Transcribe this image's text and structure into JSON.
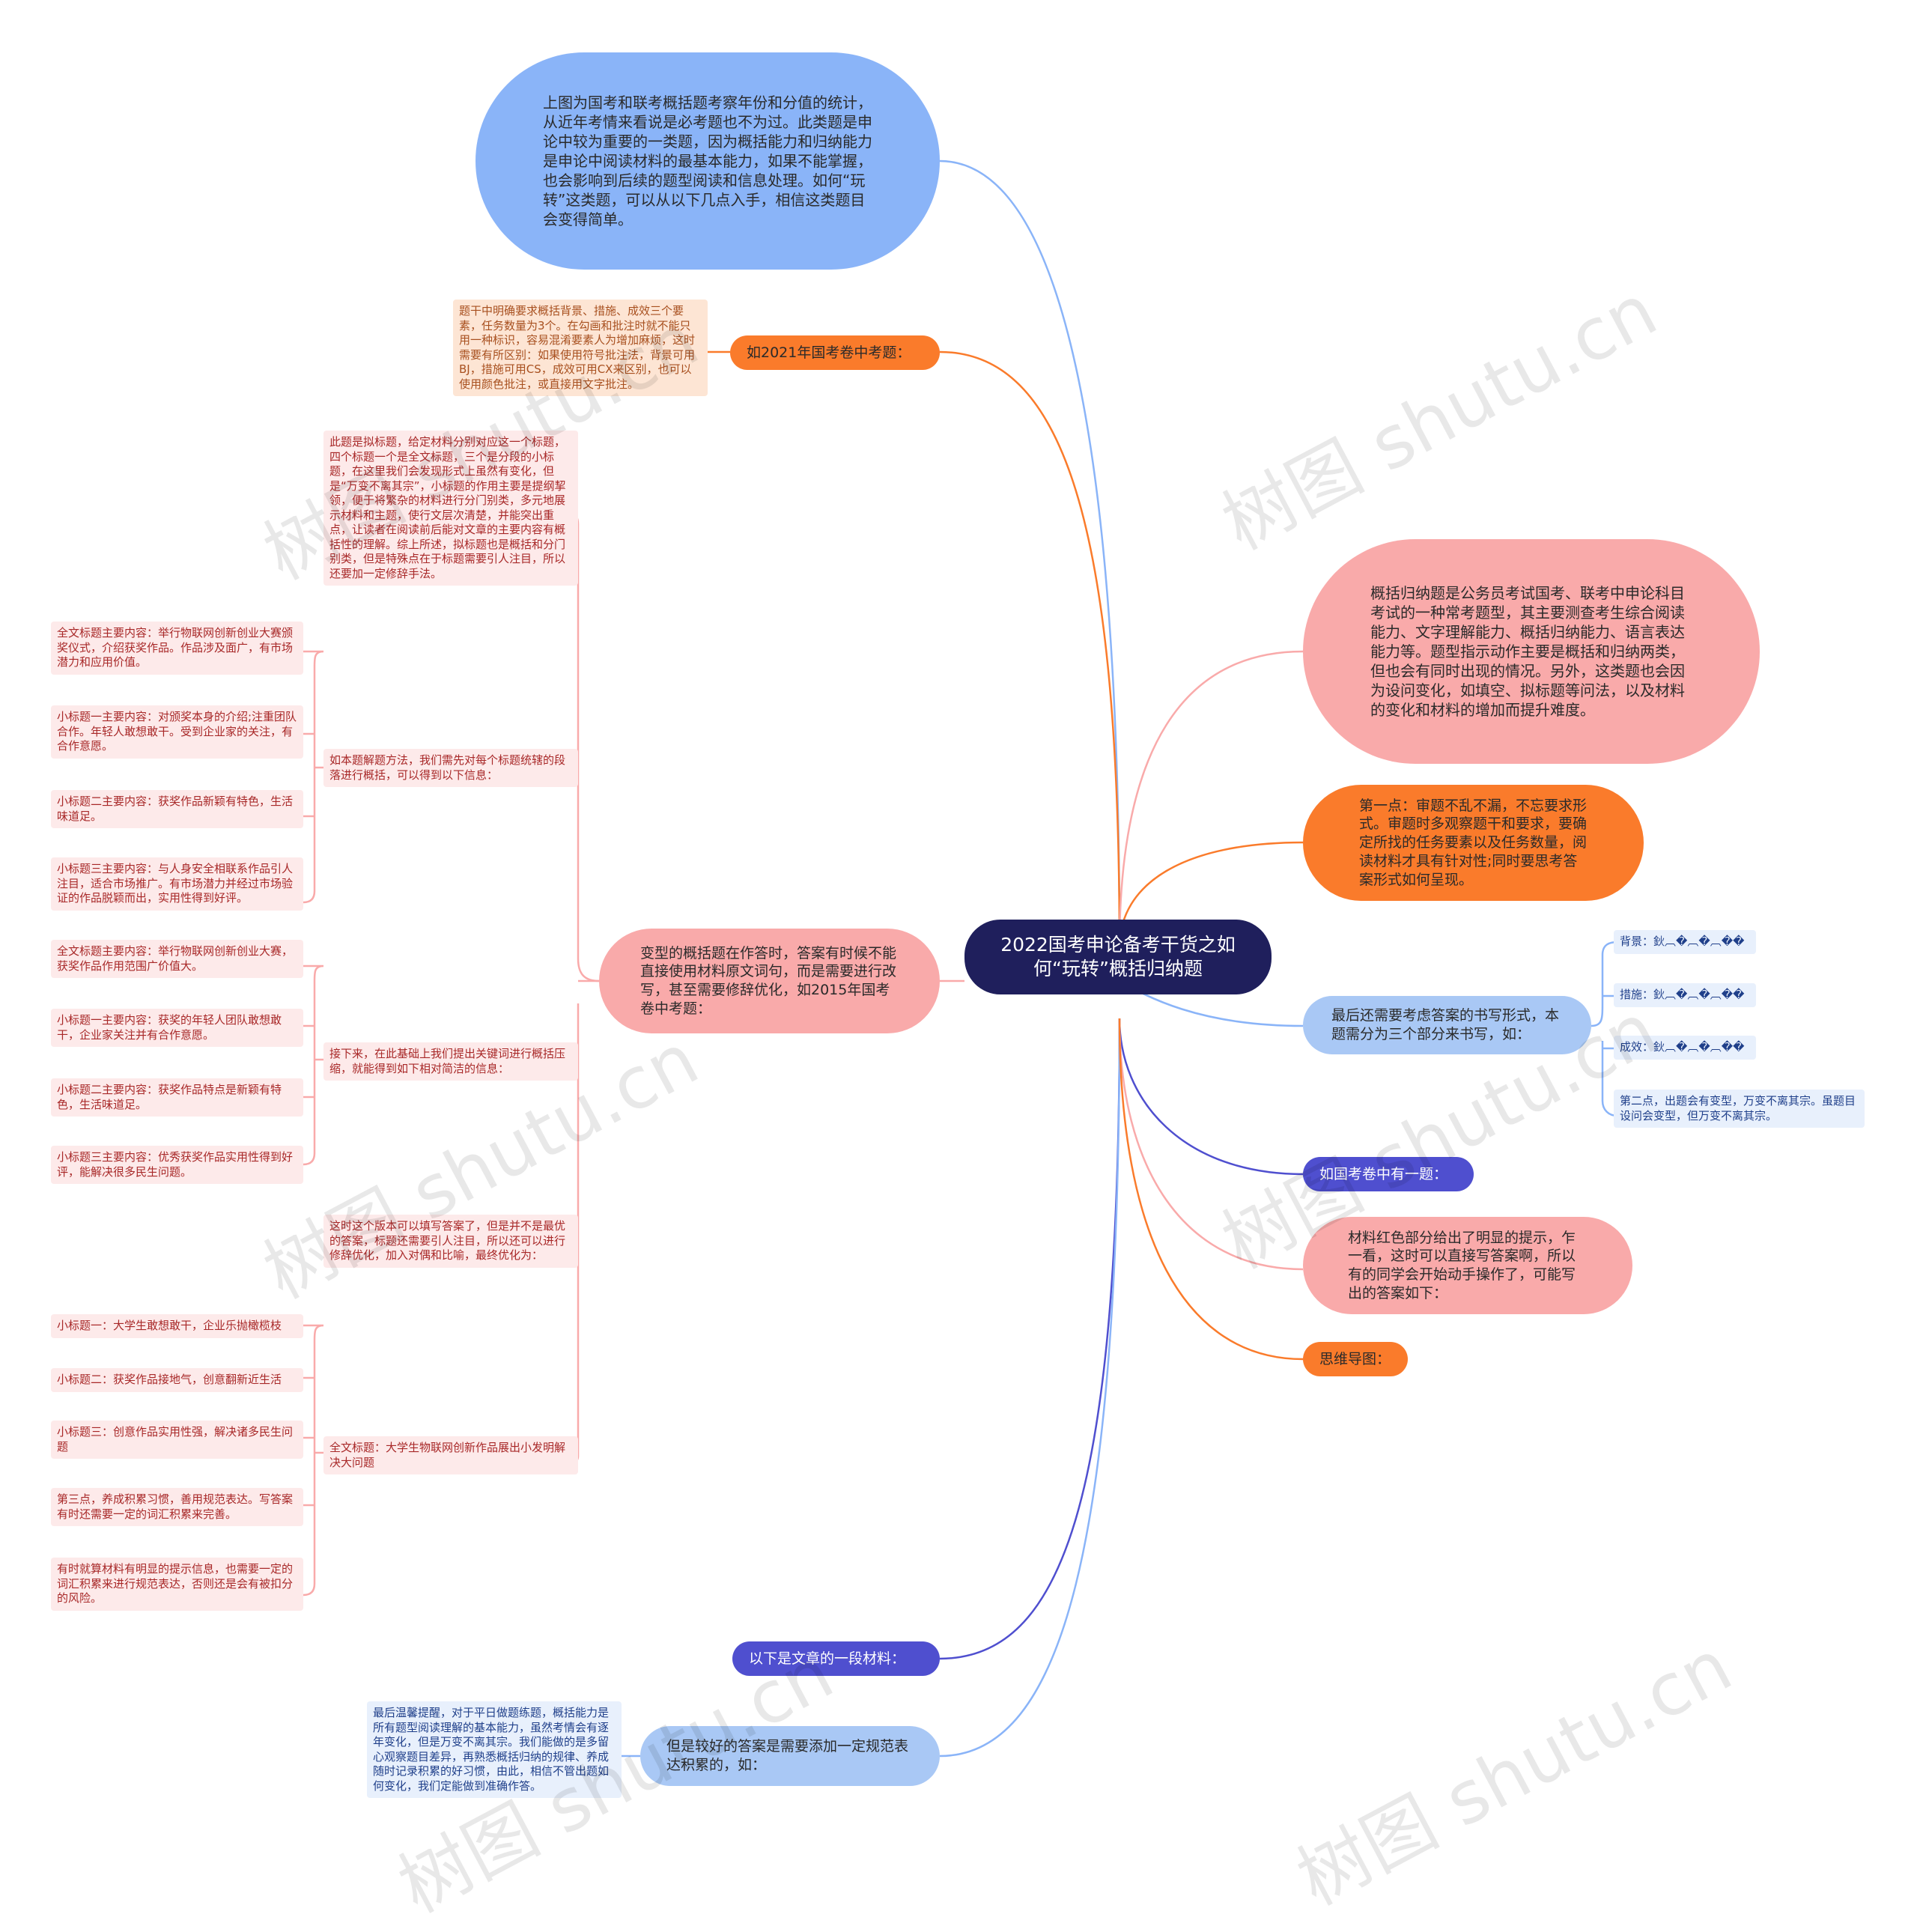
{
  "center": {
    "title": "2022国考申论备考干货之如何“玩转”概括归纳题"
  },
  "left": {
    "intro": "上图为国考和联考概括题考察年份和分值的统计，从近年考情来看说是必考题也不为过。此类题是申论中较为重要的一类题，因为概括能力和归纳能力是申论中阅读材料的最基本能力，如果不能掌握，也会影响到后续的题型阅读和信息处理。如何“玩转”这类题，可以从以下几点入手，相信这类题目会变得简单。",
    "exam2021": {
      "label": "如2021年国考卷中考题：",
      "detail": "题干中明确要求概括背景、措施、成效三个要素，任务数量为3个。在勾画和批注时就不能只用一种标识，容易混淆要素人为增加麻烦，这时需要有所区别：如果使用符号批注法，背景可用BJ，措施可用CS，成效可用CX来区别，也可以使用颜色批注，或直接用文字批注。"
    },
    "variant": {
      "label": "变型的概括题在作答时，答案有时候不能直接使用材料原文词句，而是需要进行改写，甚至需要修辞优化，如2015年国考卷中考题：",
      "subs": {
        "s1": "此题是拟标题，给定材料分别对应这一个标题，四个标题一个是全文标题，三个是分段的小标题，在这里我们会发现形式上虽然有变化，但是“万变不离其宗”，小标题的作用主要是提纲挈领，便于将繁杂的材料进行分门别类，多元地展示材料和主题，使行文层次清楚，并能突出重点，让读者在阅读前后能对文章的主要内容有概括性的理解。综上所述，拟标题也是概括和分门别类，但是特殊点在于标题需要引人注目，所以还要加一定修辞手法。",
        "s2": {
          "label": "如本题解题方法，我们需先对每个标题统辖的段落进行概括，可以得到以下信息：",
          "items": [
            "全文标题主要内容：举行物联网创新创业大赛颁奖仪式，介绍获奖作品。作品涉及面广，有市场潜力和应用价值。",
            "小标题一主要内容：对颁奖本身的介绍;注重团队合作。年轻人敢想敢干。受到企业家的关注，有合作意愿。",
            "小标题二主要内容：获奖作品新颖有特色，生活味道足。",
            "小标题三主要内容：与人身安全相联系作品引人注目，适合市场推广。有市场潜力并经过市场验证的作品脱颖而出，实用性得到好评。"
          ]
        },
        "s3": {
          "label": "接下来，在此基础上我们提出关键词进行概括压缩，就能得到如下相对简洁的信息：",
          "items": [
            "全文标题主要内容：举行物联网创新创业大赛，获奖作品作用范围广价值大。",
            "小标题一主要内容：获奖的年轻人团队敢想敢干，企业家关注并有合作意愿。",
            "小标题二主要内容：获奖作品特点是新颖有特色，生活味道足。",
            "小标题三主要内容：优秀获奖作品实用性得到好评，能解决很多民生问题。"
          ]
        },
        "s4": "这时这个版本可以填写答案了，但是并不是最优的答案，标题还需要引人注目，所以还可以进行修辞优化，加入对偶和比喻，最终优化为：",
        "s5": {
          "label": "全文标题：大学生物联网创新作品展出小发明解决大问题",
          "items": [
            "小标题一：大学生敢想敢干，企业乐抛橄榄枝",
            "小标题二：获奖作品接地气，创意翻新近生活",
            "小标题三：创意作品实用性强，解决诸多民生问题",
            "第三点，养成积累习惯，善用规范表达。写答案有时还需要一定的词汇积累来完善。",
            "有时就算材料有明显的提示信息，也需要一定的词汇积累来进行规范表达，否则还是会有被扣分的风险。"
          ]
        }
      }
    },
    "material": {
      "label": "以下是文章的一段材料："
    },
    "good": {
      "label": "但是较好的答案是需要添加一定规范表达积累的，如：",
      "detail": "最后温馨提醒，对于平日做题练题，概括能力是所有题型阅读理解的基本能力，虽然考情会有逐年变化，但是万变不离其宗。我们能做的是多留心观察题目差异，再熟悉概括归纳的规律、养成随时记录积累的好习惯，由此，相信不管出题如何变化，我们定能做到准确作答。"
    }
  },
  "right": {
    "definition": "概括归纳题是公务员考试国考、联考中申论科目考试的一种常考题型，其主要测查考生综合阅读能力、文字理解能力、概括归纳能力、语言表达能力等。题型指示动作主要是概括和归纳两类，但也会有同时出现的情况。另外，这类题也会因为设问变化，如填空、拟标题等问法，以及材料的变化和材料的增加而提升难度。",
    "point1": "第一点：审题不乱不漏，不忘要求形式。审题时多观察题干和要求，要确定所找的任务要素以及任务数量，阅读材料才具有针对性;同时要思考答案形式如何呈现。",
    "format": {
      "label": "最后还需要考虑答案的书写形式，本题需分为三个部分来书写，如：",
      "items": [
        "背景：鈥︹�︹�︹��",
        "措施：鈥︹�︹�︹��",
        "成效：鈥︹�︹�︹��",
        "第二点，出题会有变型，万变不离其宗。虽题目设问会变型，但万变不离其宗。"
      ]
    },
    "exam_q": "如国考卷中有一题：",
    "hint": "材料红色部分给出了明显的提示，乍一看，这时可以直接写答案啊，所以有的同学会开始动手操作了，可能写出的答案如下：",
    "mindmap": "思维导图："
  },
  "watermark": "树图 shutu.cn",
  "colors": {
    "center": "#1f1f5c",
    "blue": "#8ab4f8",
    "pink": "#f9aaaa",
    "orange": "#fa7b2b",
    "navy": "#4f4fcf"
  }
}
